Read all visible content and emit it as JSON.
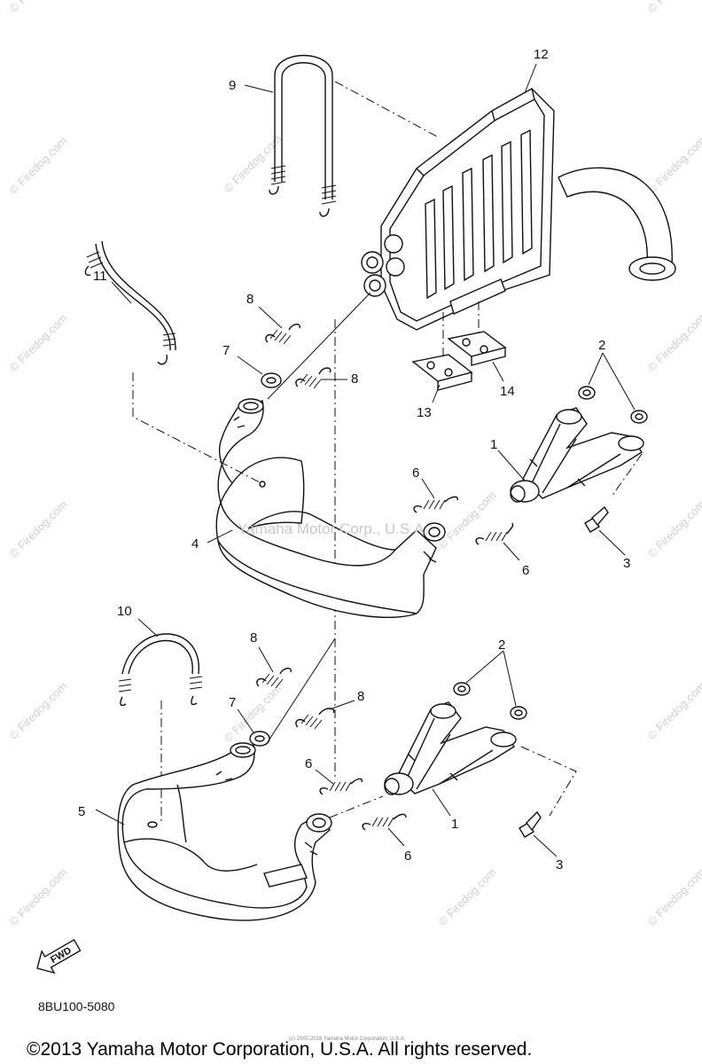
{
  "watermark": {
    "edge_text": "© Firedog.com",
    "center_text": "Yamaha Motor Corp., U.S.A.",
    "footer_small": "(c) 2000-2016 Yamaha Motor Corporation, U.S.A."
  },
  "parts": {
    "p1a": "1",
    "p1b": "1",
    "p2a": "2",
    "p2b": "2",
    "p3a": "3",
    "p3b": "3",
    "p4": "4",
    "p5": "5",
    "p6a": "6",
    "p6b": "6",
    "p6c": "6",
    "p6d": "6",
    "p7a": "7",
    "p7b": "7",
    "p8a": "8",
    "p8b": "8",
    "p8c": "8",
    "p8d": "8",
    "p9": "9",
    "p10": "10",
    "p11": "11",
    "p12": "12",
    "p13": "13",
    "p14": "14"
  },
  "fwd_label": "FWD",
  "diagram_code": "8BU100-5080",
  "copyright": "©2013 Yamaha Motor Corporation, U.S.A. All rights reserved."
}
